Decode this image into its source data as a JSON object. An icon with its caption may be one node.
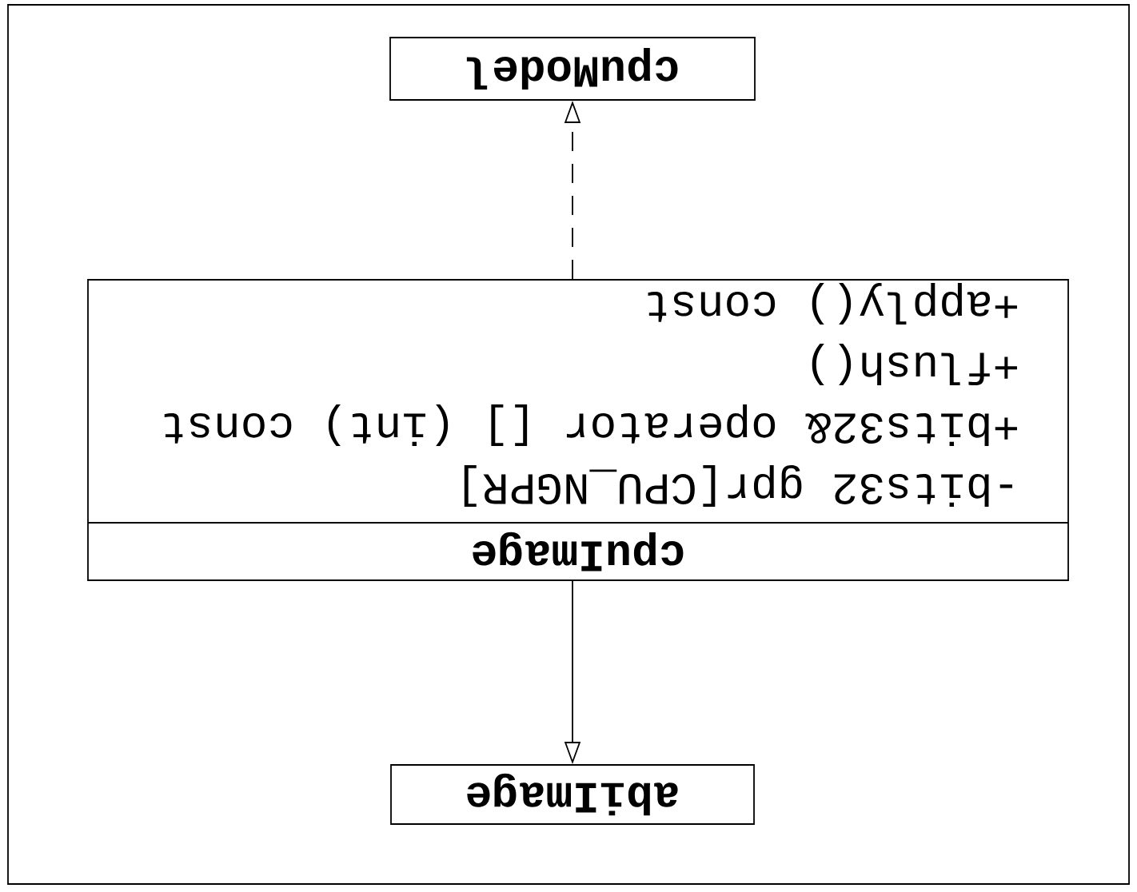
{
  "diagram": {
    "nodes": [
      {
        "text": [
          "cpuModel"
        ]
      },
      {
        "text": [
          "cpuImage",
          "-bits32 gpr[CPU_NGPR]",
          "+bits32& operator [] (int) const",
          "+flush()",
          "+apply() const"
        ]
      },
      {
        "text": [
          "abiImage"
        ]
      }
    ],
    "edges": [
      {
        "from": 1,
        "to": 0,
        "arrow": "to",
        "style": "dashed"
      },
      {
        "from": 1,
        "to": 2,
        "arrow": "to"
      }
    ]
  }
}
